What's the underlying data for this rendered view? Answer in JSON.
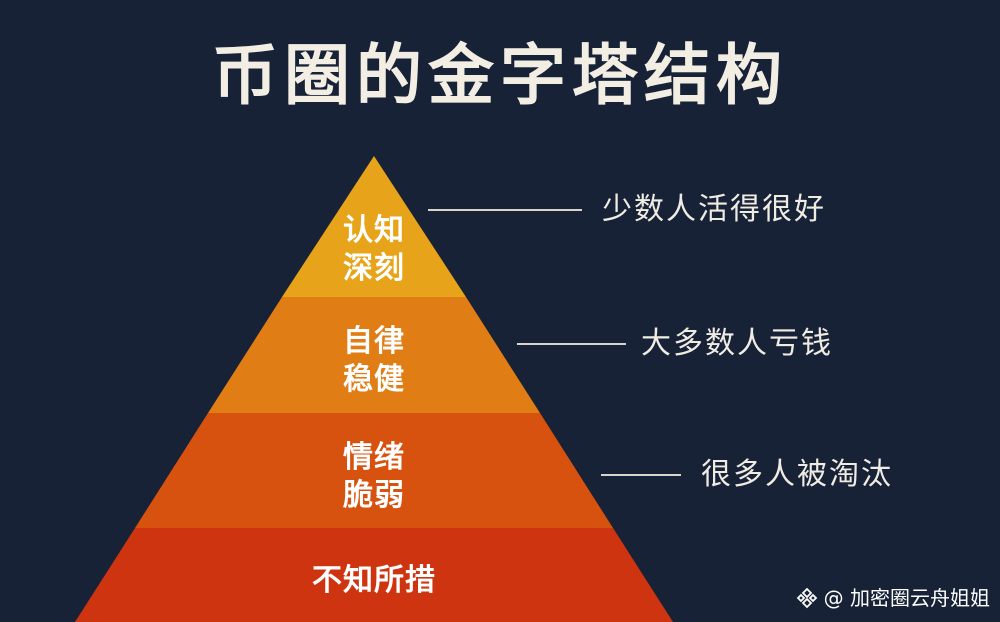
{
  "title": "币圈的金字塔结构",
  "colors": {
    "background": "#172237",
    "tier_1": "#e7a41a",
    "tier_2": "#e07d14",
    "tier_3": "#d8520f",
    "tier_4": "#cf3410",
    "connector": "#d8d4cc",
    "text": "#f0ece4"
  },
  "tiers": [
    {
      "line1": "认知",
      "line2": "深刻",
      "outcome": "少数人活得很好"
    },
    {
      "line1": "自律",
      "line2": "稳健",
      "outcome": "大多数人亏钱"
    },
    {
      "line1": "情绪",
      "line2": "脆弱",
      "outcome": "很多人被淘汰"
    },
    {
      "line1": "不知所措",
      "line2": "",
      "outcome": ""
    }
  ],
  "watermark": {
    "icon": "binance-diamond-icon",
    "text": "@ 加密圈云舟姐姐"
  }
}
